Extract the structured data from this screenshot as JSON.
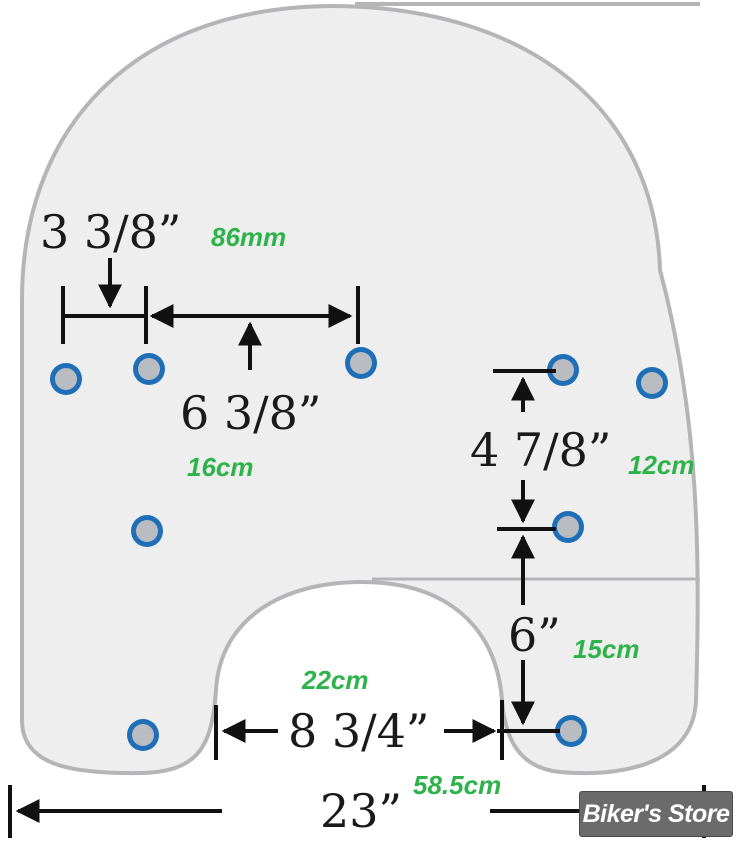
{
  "dimensions": {
    "hole_spacing_small": {
      "imperial": "3 3/8”",
      "metric": "86mm"
    },
    "hole_spacing_wide": {
      "imperial": "6 3/8”",
      "metric": "16cm"
    },
    "vertical_upper": {
      "imperial": "4 7/8”",
      "metric": "12cm"
    },
    "vertical_lower": {
      "imperial": "6”",
      "metric": "15cm"
    },
    "cutout_width": {
      "imperial": "8 3/4”",
      "metric": "22cm"
    },
    "overall_width": {
      "imperial": "23”",
      "metric": "58.5cm"
    }
  },
  "watermark": {
    "text": "Biker's Store"
  },
  "colors": {
    "shield_fill": "#eeeeef",
    "shield_outline": "#b5b5b8",
    "metric_text": "#2db34a",
    "hole_ring": "#1f6fb8",
    "hole_core": "#b9bcc0"
  }
}
